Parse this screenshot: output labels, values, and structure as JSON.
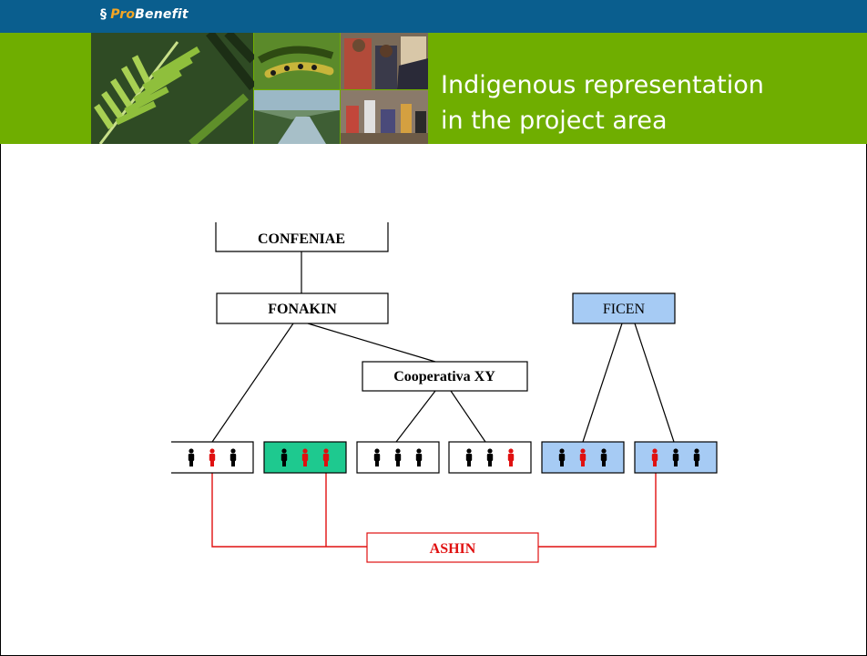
{
  "header": {
    "logo_prefix": "Pro",
    "logo_suffix": "Benefit",
    "title_line1": "Indigenous representation",
    "title_line2": "in the project area"
  },
  "diagram": {
    "nodes": {
      "confeniae": "CONFENIAE",
      "fonakin": "FONAKIN",
      "ficen": "FICEN",
      "cooperativa": "Cooperativa XY",
      "ashin": "ASHIN"
    },
    "colors": {
      "ficen_fill": "#a6cbf4",
      "group_highlight": "#1ec98f",
      "ashin": "#e01010",
      "figure_dark": "#000000",
      "figure_red": "#e01010"
    },
    "groups": [
      {
        "figures": [
          "dark",
          "red",
          "dark"
        ],
        "fill": "white"
      },
      {
        "figures": [
          "dark",
          "red",
          "red"
        ],
        "fill": "green"
      },
      {
        "figures": [
          "dark",
          "dark",
          "dark"
        ],
        "fill": "white"
      },
      {
        "figures": [
          "dark",
          "dark",
          "red"
        ],
        "fill": "white"
      },
      {
        "figures": [
          "dark",
          "red",
          "dark"
        ],
        "fill": "blue"
      },
      {
        "figures": [
          "red",
          "dark",
          "dark"
        ],
        "fill": "blue"
      }
    ]
  }
}
